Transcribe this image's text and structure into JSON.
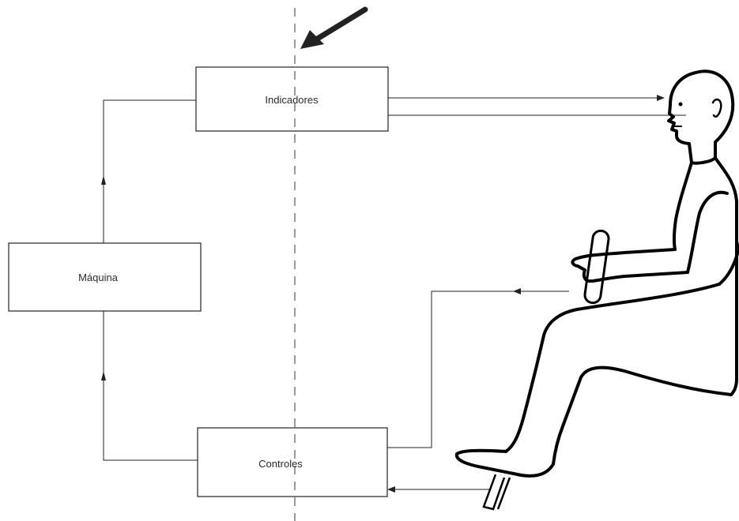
{
  "diagram": {
    "boxes": {
      "indicators": "Indicadores",
      "machine": "Máquina",
      "controls": "Controles"
    },
    "colors": {
      "line": "#222222",
      "dashed_divider": "#9a9a9a",
      "figure": "#000000"
    },
    "icons": [
      "pointer-arrow-icon",
      "seated-human-figure"
    ]
  }
}
